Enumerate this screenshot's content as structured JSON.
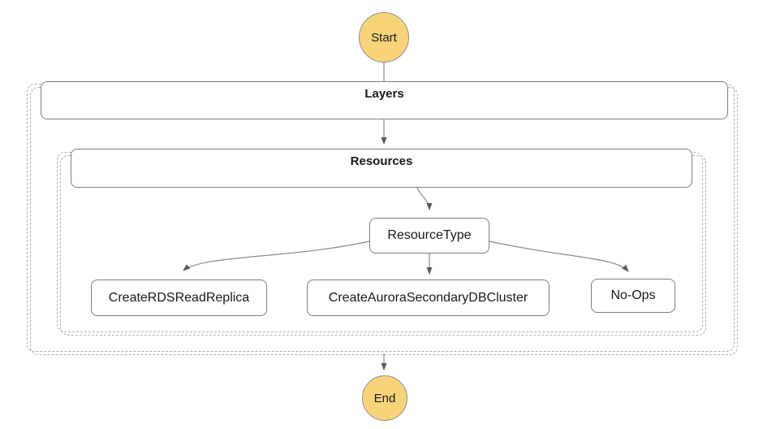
{
  "diagram": {
    "type": "workflow-flowchart",
    "nodes": {
      "start": {
        "label": "Start",
        "shape": "circle"
      },
      "layers": {
        "label": "Layers",
        "shape": "dashed-group"
      },
      "resources": {
        "label": "Resources",
        "shape": "dashed-group"
      },
      "resource_type": {
        "label": "ResourceType",
        "shape": "box"
      },
      "create_rds_read_replica": {
        "label": "CreateRDSReadReplica",
        "shape": "box"
      },
      "create_aurora_secondary_db_cluster": {
        "label": "CreateAuroraSecondaryDBCluster",
        "shape": "box"
      },
      "no_ops": {
        "label": "No-Ops",
        "shape": "box"
      },
      "end": {
        "label": "End",
        "shape": "circle"
      }
    },
    "edges": [
      {
        "from": "Start",
        "to": "Layers",
        "arrowhead": false
      },
      {
        "from": "Layers",
        "to": "Resources",
        "arrowhead": true
      },
      {
        "from": "Resources",
        "to": "ResourceType",
        "arrowhead": true
      },
      {
        "from": "ResourceType",
        "to": "CreateRDSReadReplica",
        "arrowhead": true
      },
      {
        "from": "ResourceType",
        "to": "CreateAuroraSecondaryDBCluster",
        "arrowhead": true
      },
      {
        "from": "ResourceType",
        "to": "No-Ops",
        "arrowhead": true
      },
      {
        "from": "Layers",
        "to": "End",
        "arrowhead": true
      }
    ],
    "colors": {
      "background": "#FFFFFF",
      "terminal_fill": "#F8D379",
      "terminal_border": "#8F8F8F",
      "box_border": "#7F7F7F",
      "group_dashed_border": "#AEAEAE",
      "edge_line": "#8A8A8A",
      "arrowhead": "#5A5A5A",
      "text": "#16191F"
    }
  }
}
